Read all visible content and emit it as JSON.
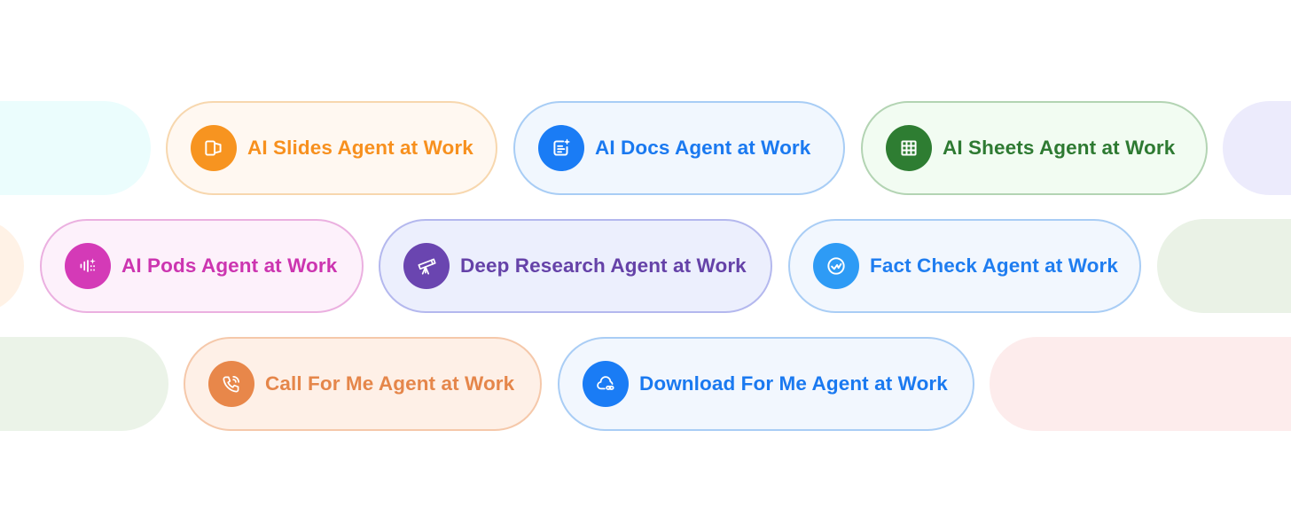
{
  "ghost_pills": [
    {
      "id": "row1-left",
      "color": "#ebfdfd"
    },
    {
      "id": "row1-right",
      "color": "#ecebfc"
    },
    {
      "id": "row2-left",
      "color": "#fff2e6"
    },
    {
      "id": "row2-right",
      "color": "#eaf2e6"
    },
    {
      "id": "row3-left",
      "color": "#ebf3e8"
    },
    {
      "id": "row3-right",
      "color": "#fdecec"
    }
  ],
  "agents": [
    {
      "label": "AI Slides Agent at Work",
      "icon": "slides-icon",
      "accent": "#f79420",
      "text_color": "#f7901e",
      "bg": "#fff8f1",
      "border": "#f7d7ae"
    },
    {
      "label": "AI Docs Agent at Work",
      "icon": "docs-icon",
      "accent": "#1a7cf5",
      "text_color": "#1a79f0",
      "bg": "#f1f7fe",
      "border": "#a8cdf5"
    },
    {
      "label": "AI Sheets Agent at Work",
      "icon": "sheets-icon",
      "accent": "#2e7d32",
      "text_color": "#2e7a32",
      "bg": "#f2fcf2",
      "border": "#b3d4b3"
    },
    {
      "label": "AI Pods Agent at Work",
      "icon": "pods-icon",
      "accent": "#d43ab7",
      "text_color": "#cc35b0",
      "bg": "#fdf1fb",
      "border": "#ebb0e0"
    },
    {
      "label": "Deep Research Agent at Work",
      "icon": "telescope-icon",
      "accent": "#6a45b0",
      "text_color": "#6542a8",
      "bg": "#eceffd",
      "border": "#b4b8ee"
    },
    {
      "label": "Fact Check Agent at Work",
      "icon": "fact-check-icon",
      "accent": "#2e9bf5",
      "text_color": "#1f7df0",
      "bg": "#f2f7fe",
      "border": "#a9cdf5"
    },
    {
      "label": "Call For Me Agent at Work",
      "icon": "phone-call-icon",
      "accent": "#e8874a",
      "text_color": "#e5864a",
      "bg": "#fef0e7",
      "border": "#f5c8aa"
    },
    {
      "label": "Download For Me Agent at Work",
      "icon": "cloud-download-icon",
      "accent": "#1a7cf5",
      "text_color": "#1a79f0",
      "bg": "#f2f7fe",
      "border": "#a9cdf5"
    }
  ]
}
